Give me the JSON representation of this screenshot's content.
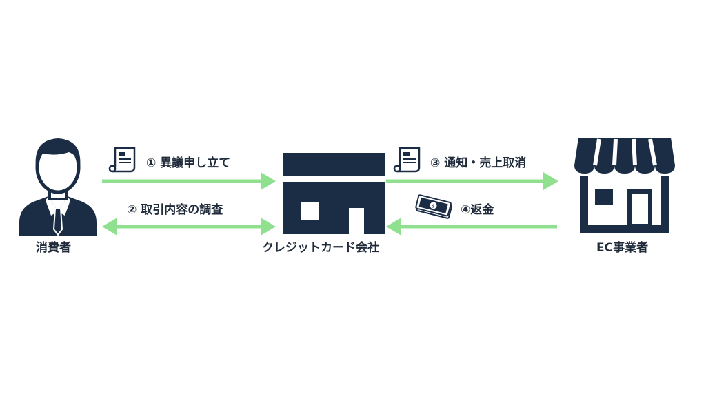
{
  "nodes": {
    "consumer": {
      "label": "消費者",
      "icon": "businessman-icon"
    },
    "card_company": {
      "label": "クレジットカード会社",
      "icon": "company-building-icon"
    },
    "ec_merchant": {
      "label": "EC事業者",
      "icon": "storefront-icon"
    }
  },
  "flows": {
    "dispute": {
      "label": "① 異議申し立て",
      "icon": "document-icon",
      "direction": "consumer-to-card-company"
    },
    "investigation": {
      "label": "② 取引内容の調査",
      "direction": "bidirectional"
    },
    "notify_cancel": {
      "label": "③ 通知・売上取消",
      "icon": "document-icon",
      "direction": "card-company-to-merchant"
    },
    "refund": {
      "label": "④返金",
      "icon": "money-icon",
      "direction": "merchant-to-card-company"
    }
  },
  "colors": {
    "icon": "#1b2c45",
    "arrow": "#8fe08f",
    "text": "#1f2a3a"
  }
}
